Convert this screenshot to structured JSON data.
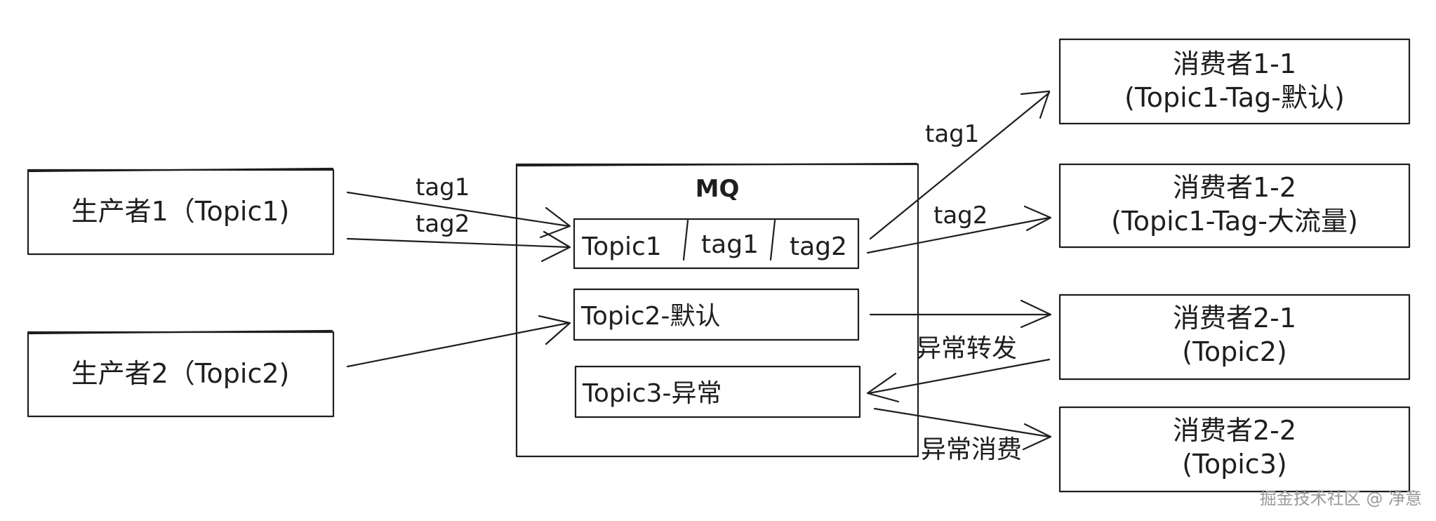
{
  "producers": {
    "p1": "生产者1（Topic1)",
    "p2": "生产者2（Topic2)"
  },
  "mq": {
    "title": "MQ",
    "topic1_cells": [
      "Topic1",
      "tag1",
      "tag2"
    ],
    "topic2": "Topic2-默认",
    "topic3": "Topic3-异常"
  },
  "consumers": {
    "c11": [
      "消费者1-1",
      "(Topic1-Tag-默认)"
    ],
    "c12": [
      "消费者1-2",
      "(Topic1-Tag-大流量)"
    ],
    "c21": [
      "消费者2-1",
      "(Topic2)"
    ],
    "c22": [
      "消费者2-2",
      "(Topic3)"
    ]
  },
  "edges": {
    "p1_tag1": "tag1",
    "p1_tag2": "tag2",
    "out_tag1": "tag1",
    "out_tag2": "tag2",
    "exception_forward": "异常转发",
    "exception_consume": "异常消费"
  },
  "watermark": "掘金技术社区 @ 净意"
}
